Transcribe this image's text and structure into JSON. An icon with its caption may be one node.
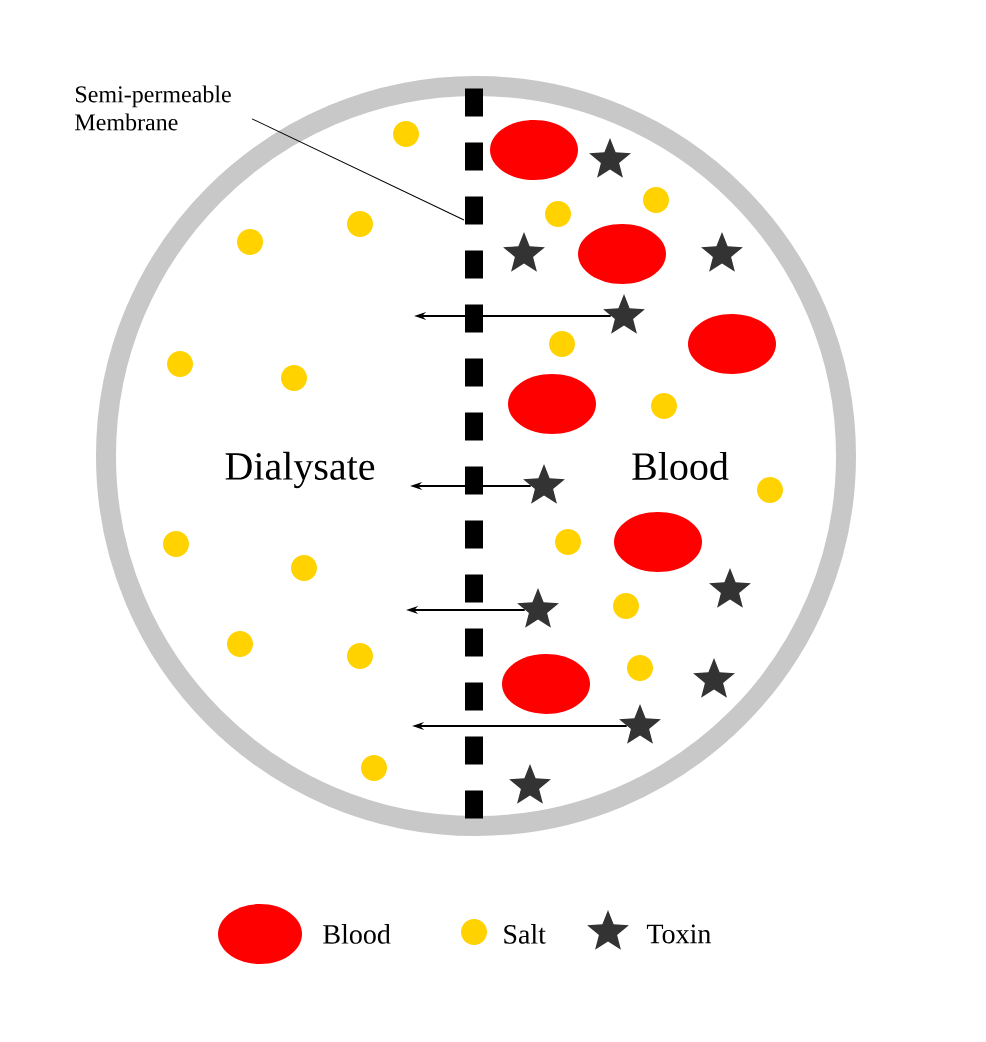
{
  "diagram": {
    "nodes": [
      {
        "text": [
          "Semi-permeable Membrane"
        ]
      },
      {
        "text": [],
        "shape": "bar"
      },
      {
        "text": [],
        "shape": "star"
      },
      {
        "text": [],
        "shape": "star"
      },
      {
        "text": [],
        "shape": "star"
      },
      {
        "text": [],
        "shape": "star"
      },
      {
        "text": [],
        "shape": "star"
      },
      {
        "text": [],
        "shape": "star"
      },
      {
        "text": [],
        "shape": "star"
      },
      {
        "text": [],
        "shape": "star"
      },
      {
        "text": [],
        "shape": "star"
      },
      {
        "text": [],
        "shape": "star"
      }
    ],
    "edges": [
      {
        "from": 0,
        "to": 1,
        "arrow": "none"
      },
      {
        "from": 5,
        "to": null,
        "arrow": "to"
      },
      {
        "from": 6,
        "to": null,
        "arrow": "to"
      },
      {
        "from": 8,
        "to": null,
        "arrow": "to"
      },
      {
        "from": 10,
        "to": null,
        "arrow": "to"
      }
    ],
    "labels": [
      "Dialysate",
      "Blood"
    ],
    "legend": [
      {
        "text": "Blood",
        "color": "#ff0000"
      },
      {
        "text": "Salt",
        "color": "#ffd200"
      },
      {
        "text": "Toxin",
        "color": "#333333"
      }
    ]
  }
}
